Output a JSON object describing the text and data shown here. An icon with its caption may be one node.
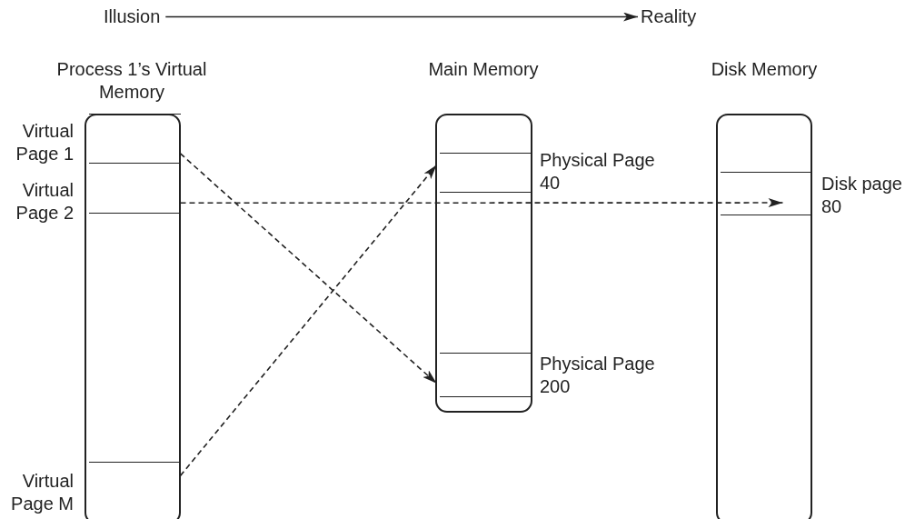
{
  "diagram": {
    "nodes": [
      {
        "text": [
          "Process 1’s Virtual Memory"
        ]
      },
      {
        "text": [],
        "shape": "box",
        "beside": [
          "Virtual Page 1"
        ],
        "in": 0
      },
      {
        "text": [],
        "shape": "box",
        "beside": [
          "Virtual Page 2"
        ],
        "in": 0
      },
      {
        "text": [],
        "shape": "box",
        "beside": [
          "Virtual Page M"
        ],
        "in": 0
      },
      {
        "text": [
          "Main Memory"
        ]
      },
      {
        "text": [],
        "shape": "box",
        "beside": [
          "Physical Page 40"
        ],
        "in": 4
      },
      {
        "text": [],
        "shape": "box",
        "beside": [
          "Physical Page 200"
        ],
        "in": 4
      },
      {
        "text": [
          "Disk Memory"
        ]
      },
      {
        "text": [],
        "shape": "box",
        "beside": [
          "Disk page 80"
        ],
        "in": 7
      },
      {
        "text": [
          "Illusion"
        ]
      },
      {
        "text": [
          "Reality"
        ]
      }
    ],
    "edges": [
      {
        "from": 1,
        "to": 6,
        "arrow": "to",
        "style": "dashed"
      },
      {
        "from": 2,
        "to": 8,
        "arrow": "to",
        "style": "dashed"
      },
      {
        "from": 3,
        "to": 5,
        "arrow": "to",
        "style": "dashed"
      },
      {
        "from": 9,
        "to": 10,
        "arrow": "to"
      }
    ]
  }
}
